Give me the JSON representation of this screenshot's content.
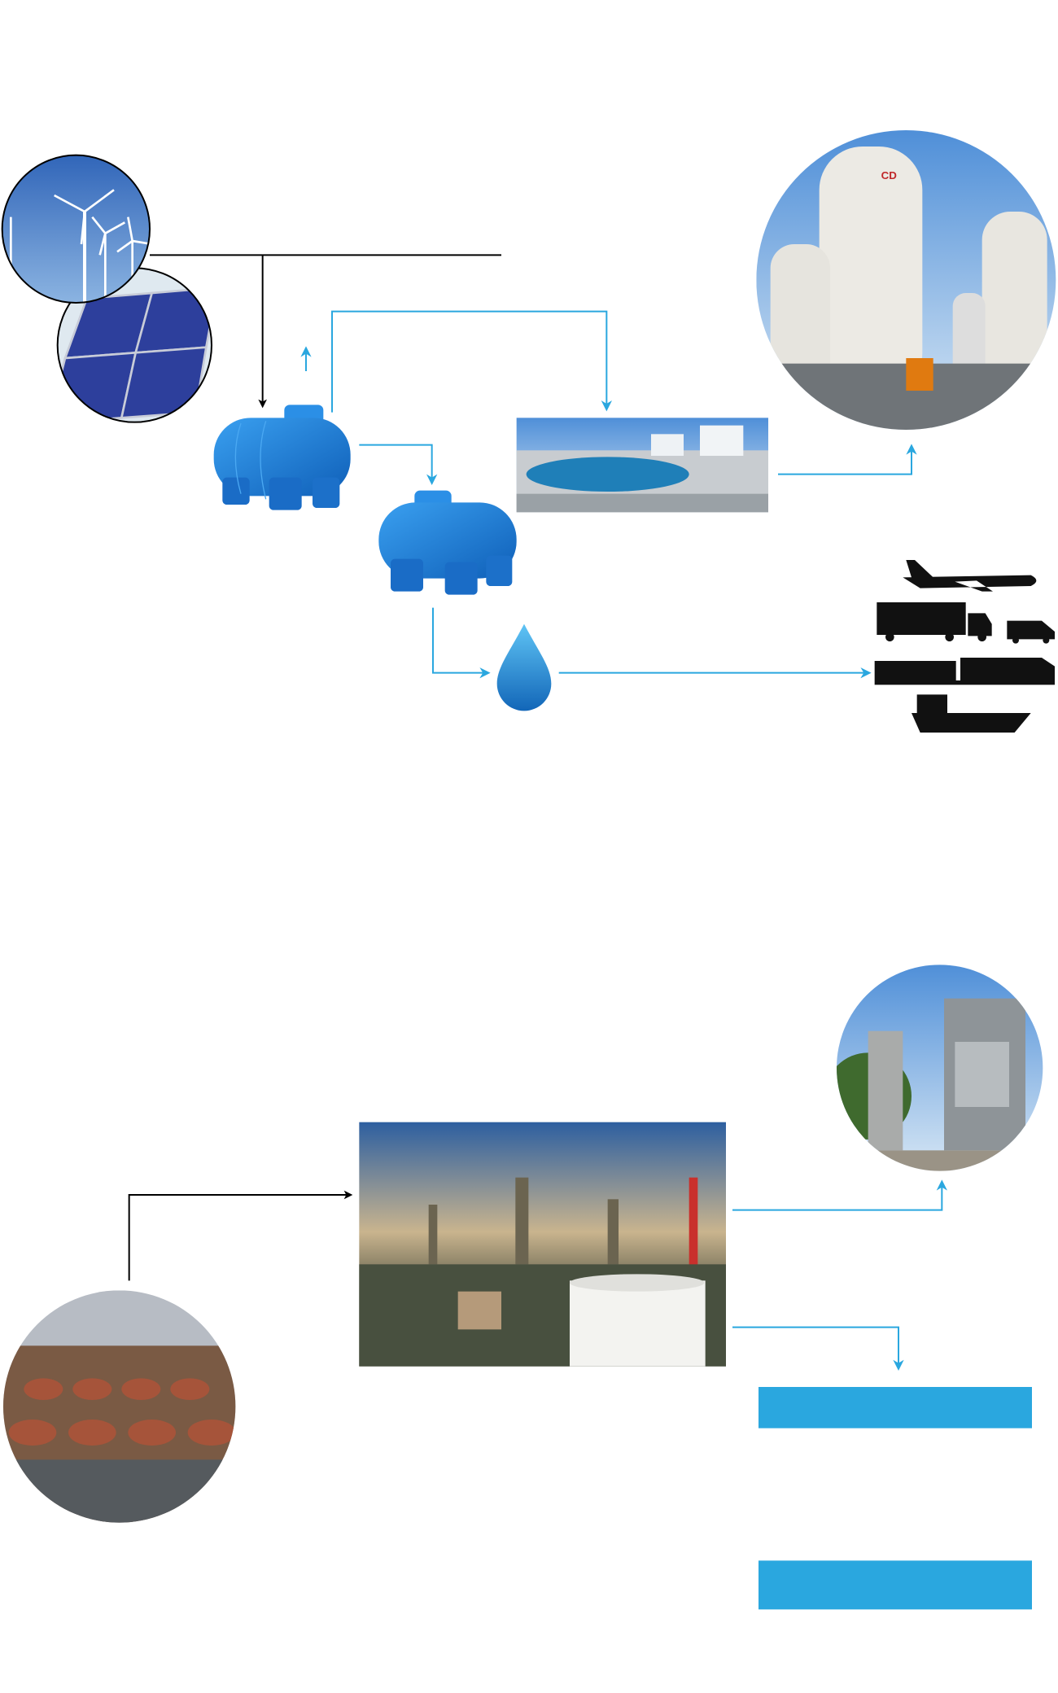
{
  "colors": {
    "accent_blue": "#2aa7df",
    "line_black": "#000000",
    "tank_blue": "#1f7fd6",
    "sky_blue": "#3f7fc8"
  },
  "icons": [
    "wind-turbines-photo",
    "solar-panels-photo",
    "water-tank",
    "water-treatment-photo",
    "lng-storage-tanks-photo",
    "water-drop-icon",
    "airplane-icon",
    "truck-icon",
    "van-icon",
    "train-icon",
    "ship-icon",
    "biogas-plant-photo",
    "refinery-photo",
    "waste-bins-photo"
  ]
}
